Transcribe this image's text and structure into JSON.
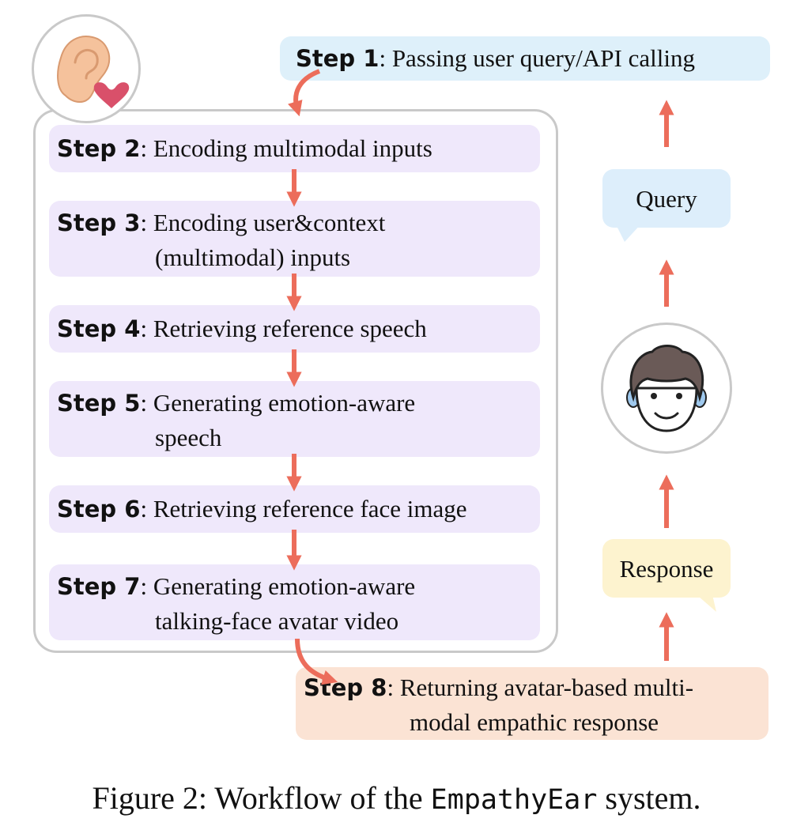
{
  "steps": {
    "s1": {
      "label": "Step 1",
      "text": ": Passing user query/API calling"
    },
    "s2": {
      "label": "Step 2",
      "text": ": Encoding multimodal inputs"
    },
    "s3": {
      "label": "Step 3",
      "text1": ": Encoding user&context",
      "text2": "(multimodal) inputs"
    },
    "s4": {
      "label": "Step 4",
      "text": ": Retrieving reference speech"
    },
    "s5": {
      "label": "Step 5",
      "text1": ": Generating emotion-aware",
      "text2": "speech"
    },
    "s6": {
      "label": "Step 6",
      "text": ": Retrieving reference face image"
    },
    "s7": {
      "label": "Step 7",
      "text1": ": Generating emotion-aware",
      "text2": "talking-face avatar video"
    },
    "s8": {
      "label": "Step 8",
      "text1": ": Returning avatar-based multi-",
      "text2": "modal empathic response"
    }
  },
  "bubbles": {
    "query": "Query",
    "response": "Response"
  },
  "caption": {
    "prefix": "Figure 2: Workflow of the ",
    "system": "EmpathyEar",
    "suffix": " system."
  },
  "colors": {
    "arrow": "#ec6d5b",
    "step_box": "#efe8fb",
    "step1_box": "#def0fa",
    "step8_box": "#fbe3d4",
    "query_bubble": "#ddeefb",
    "response_bubble": "#fdf3cf",
    "frame": "#c9c9c9"
  },
  "icons": {
    "ear": "ear-with-heart-icon",
    "avatar": "smiling-face-avatar-icon"
  }
}
